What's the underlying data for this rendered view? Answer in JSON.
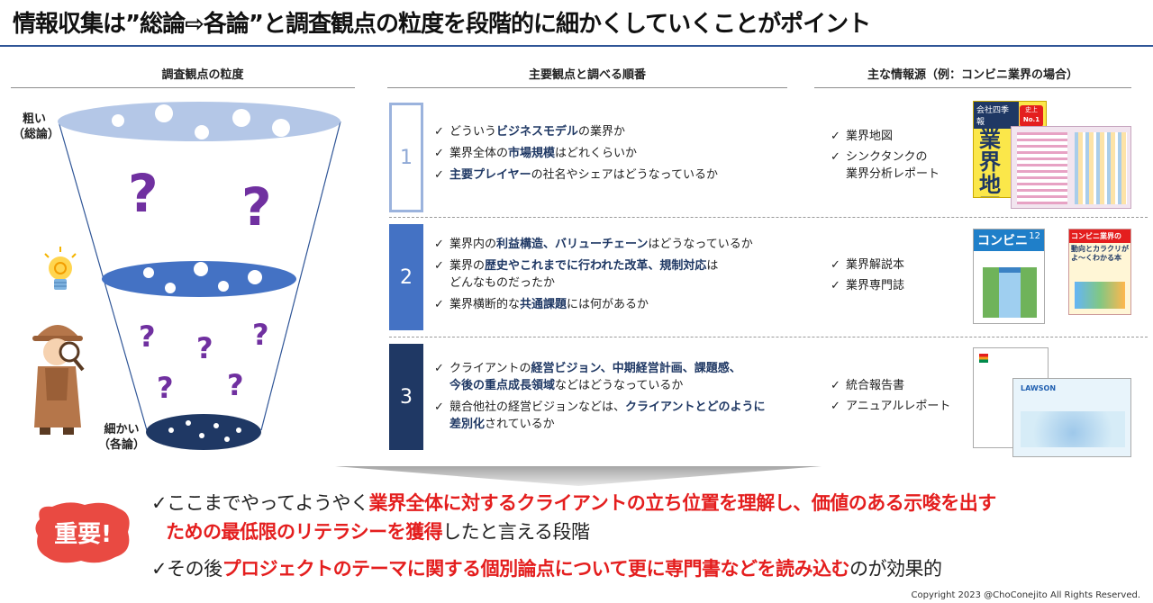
{
  "title": "情報収集は”総論⇨各論”と調査観点の粒度を段階的に細かくしていくことがポイント",
  "columns": {
    "granularity": "調査観点の粒度",
    "order": "主要観点と調べる順番",
    "sources": "主な情報源（例：コンビニ業界の場合）"
  },
  "funnel": {
    "top_label": "粗い\n（総論）",
    "bottom_label": "細かい\n（各論）",
    "question_mark": "?"
  },
  "check": "✓",
  "rows": [
    {
      "number": "1",
      "bullets": [
        [
          {
            "t": "どういう"
          },
          {
            "t": "ビジネスモデル",
            "em": true
          },
          {
            "t": "の業界か"
          }
        ],
        [
          {
            "t": "業界全体の"
          },
          {
            "t": "市場規模",
            "em": true
          },
          {
            "t": "はどれくらいか"
          }
        ],
        [
          {
            "t": "主要プレイヤー",
            "em": true
          },
          {
            "t": "の社名やシェアはどうなっているか"
          }
        ]
      ],
      "sources": [
        "業界地図",
        "シンクタンクの\n業界分析レポート"
      ]
    },
    {
      "number": "2",
      "bullets": [
        [
          {
            "t": "業界内の"
          },
          {
            "t": "利益構造、バリューチェーン",
            "em": true
          },
          {
            "t": "はどうなっているか"
          }
        ],
        [
          {
            "t": "業界の"
          },
          {
            "t": "歴史やこれまでに行われた改革、規制対応",
            "em": true
          },
          {
            "t": "は\nどんなものだったか"
          }
        ],
        [
          {
            "t": "業界横断的な"
          },
          {
            "t": "共通課題",
            "em": true
          },
          {
            "t": "には何があるか"
          }
        ]
      ],
      "sources": [
        "業界解説本",
        "業界専門誌"
      ]
    },
    {
      "number": "3",
      "bullets": [
        [
          {
            "t": "クライアントの"
          },
          {
            "t": "経営ビジョン、中期経営計画、課題感、\n今後の重点成長領域",
            "em": true
          },
          {
            "t": "などはどうなっているか"
          }
        ],
        [
          {
            "t": "競合他社の経営ビジョンなどは、"
          },
          {
            "t": "クライアントとどのように\n差別化",
            "em": true
          },
          {
            "t": "されているか"
          }
        ]
      ],
      "sources": [
        "統合報告書",
        "アニュアルレポート"
      ]
    }
  ],
  "books": {
    "map_band": "会社四季報",
    "map_badge_1": "史上",
    "map_badge_2": "No.1",
    "map_title": "業界地図",
    "conv_title": "コンビニ",
    "conv_issue": "12",
    "conv2_title": "コンビニ業界の",
    "conv2_sub": "動向とカラクリが\nよ〜くわかる本",
    "lawson": "LAWSON"
  },
  "important": {
    "badge": "重要!",
    "line1": [
      {
        "t": "✓ここまでやってようやく"
      },
      {
        "t": "業界全体に対するクライアントの立ち位置を理解し、価値のある示唆を出す",
        "red": true
      }
    ],
    "line2": [
      {
        "t": "ための最低限のリテラシーを獲得",
        "red": true
      },
      {
        "t": "したと言える段階"
      }
    ],
    "line3": [
      {
        "t": "✓その後"
      },
      {
        "t": "プロジェクトのテーマに関する個別論点について更に専門書などを読み込む",
        "red": true
      },
      {
        "t": "のが効果的"
      }
    ]
  },
  "copyright": "Copyright 2023 @ChoConejito All Rights Reserved.",
  "colors": {
    "navy": "#1f3864",
    "blue": "#4472c4",
    "light_blue": "#9bb3dd",
    "red": "#e41e1e",
    "purple": "#7030a0",
    "rule": "#2f5597"
  }
}
